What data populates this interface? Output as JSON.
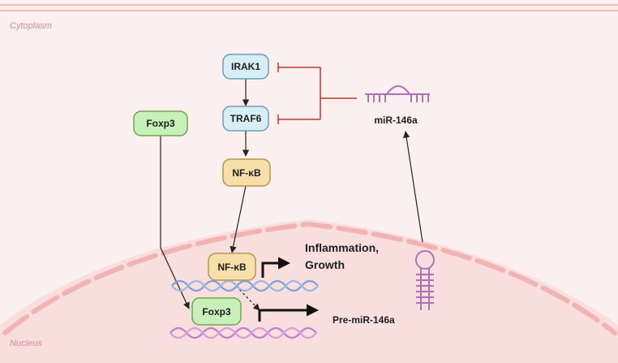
{
  "regions": {
    "cytoplasm": "Cytoplasm",
    "nucleus": "Nucleus"
  },
  "nodes": {
    "irak1": "IRAK1",
    "traf6": "TRAF6",
    "foxp3_cyto": "Foxp3",
    "nfkb_cyto": "NF-κB",
    "nfkb_nuc": "NF-κB",
    "foxp3_nuc": "Foxp3"
  },
  "labels": {
    "mirna": "miR-146a",
    "inflammation_line1": "Inflammation,",
    "inflammation_line2": "Growth",
    "pre_mirna": "Pre-miR-146a"
  },
  "colors": {
    "cytoplasm_bg": "#fcefef",
    "nucleus_bg": "#f9dede",
    "membrane": "#f0b8b8",
    "blue_node_fill": "#d8eef6",
    "blue_node_stroke": "#6a9fb5",
    "green_node_fill": "#c9f0b8",
    "green_node_stroke": "#6aa84f",
    "tan_node_fill": "#f6dfa8",
    "tan_node_stroke": "#b8954a",
    "inhibit": "#c0392b",
    "rna": "#b06fb6",
    "dna_blue": "#7f9fd8",
    "dna_purple": "#c07ec8"
  }
}
